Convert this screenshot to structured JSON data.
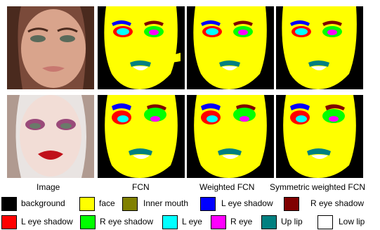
{
  "columns": [
    "Image",
    "FCN",
    "Weighted FCN",
    "Symmetric weighted FCN"
  ],
  "legend": [
    {
      "label": "background",
      "color": "#000000"
    },
    {
      "label": "face",
      "color": "#ffff00"
    },
    {
      "label": "Inner mouth",
      "color": "#808000"
    },
    {
      "label": "L eye shadow",
      "color": "#0000ff"
    },
    {
      "label": "R eye shadow",
      "color": "#800000"
    },
    {
      "label": "L eye shadow",
      "color": "#ff0000"
    },
    {
      "label": "R eye shadow",
      "color": "#00ff00"
    },
    {
      "label": "L eye",
      "color": "#00ffff"
    },
    {
      "label": "R eye",
      "color": "#ff00ff"
    },
    {
      "label": "Up lip",
      "color": "#008080"
    },
    {
      "label": "Low lip",
      "color": "#ffffff"
    }
  ]
}
